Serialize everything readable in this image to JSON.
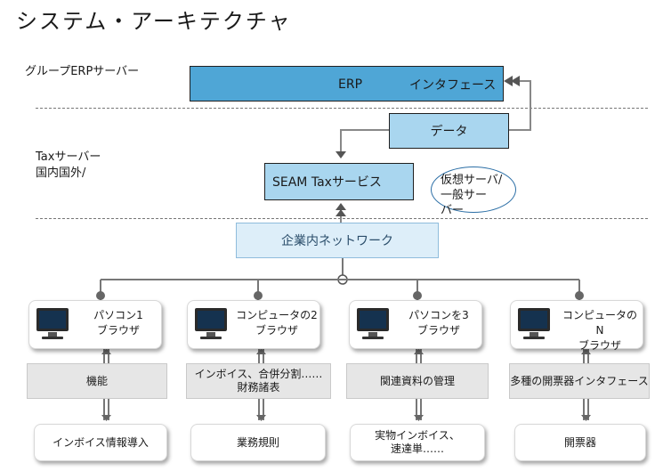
{
  "title": "システム・アーキテクチャ",
  "tiers": {
    "group_label": "グループERPサーバー",
    "tax_label_line1": "Taxサーバー",
    "tax_label_line2": "国内国外/"
  },
  "erp": {
    "label": "ERP",
    "interface": "インタフェース"
  },
  "data_box": "データ",
  "seam": "SEAM Taxサービス",
  "virtual": {
    "line1": "仮想サーバ/",
    "line2": "一般サー",
    "line3": "バー"
  },
  "network": "企業内ネットワーク",
  "clients": [
    {
      "line1": "パソコン1",
      "line2": "ブラウザ",
      "function": "機能",
      "item": "インボイス情報導入"
    },
    {
      "line1": "コンピュータの2",
      "line2": "ブラウザ",
      "function": "インボイス、合併分割……\n財務諸表",
      "item": "業務規則"
    },
    {
      "line1": "パソコンを3",
      "line2": "ブラウザ",
      "function": "関連資料の管理",
      "item": "実物インボイス、\n速達単……"
    },
    {
      "line1": "コンピュータのN",
      "line2": "ブラウザ",
      "function": "多種の開票器インタフェース",
      "item": "開票器"
    }
  ],
  "colors": {
    "erp": "#4fa6d6",
    "light_blue": "#a9d6ef",
    "network": "#ddeef9",
    "connector": "#777777"
  }
}
